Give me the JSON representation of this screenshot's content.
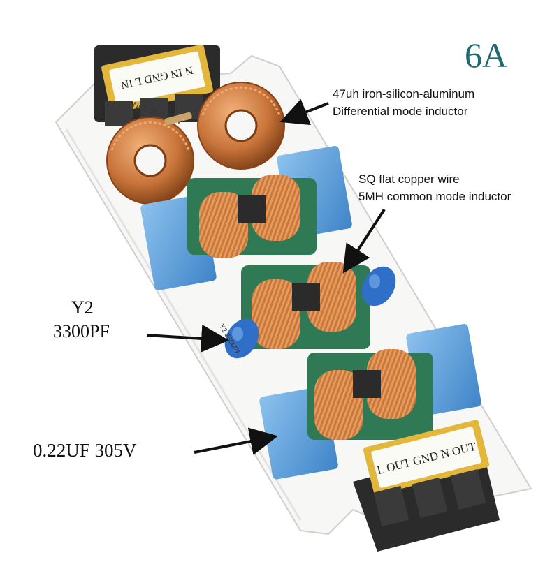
{
  "title": "6A",
  "annotations": {
    "differential_inductor": {
      "line1": "47uh iron-silicon-aluminum",
      "line2": "Differential mode inductor"
    },
    "common_mode_inductor": {
      "line1": "SQ flat copper wire",
      "line2": "5MH common mode inductor"
    },
    "y2_capacitor": {
      "line1": "Y2",
      "line2": "3300PF"
    },
    "x2_capacitor": "0.22UF 305V"
  },
  "board": {
    "input_terminal_text": "N IN GND L IN",
    "input_silk": "N IN  GND  L IN",
    "output_terminal_text": "L OUT GND N OUT",
    "silk_y2": "Y2 3300PF"
  },
  "colors": {
    "title": "#1f6a73",
    "pcb": "#f7f7f5",
    "copper": "#c8743a",
    "x2_capacitor": "#5b9bd5",
    "y2_capacitor": "#2f6fc7",
    "inductor_frame": "#2f7a55",
    "terminal": "#2b2b2b",
    "label_gold": "#e2b73c"
  }
}
